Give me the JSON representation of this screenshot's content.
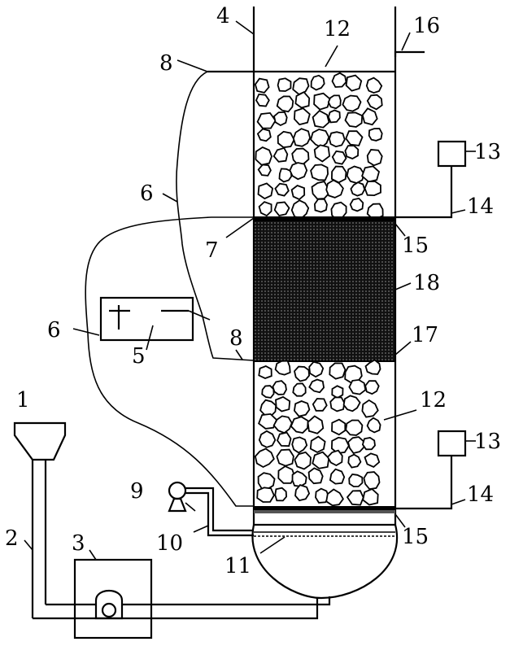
{
  "labels": {
    "l1": "1",
    "l2": "2",
    "l3": "3",
    "l4": "4",
    "l5": "5",
    "l6a": "6",
    "l6b": "6",
    "l7": "7",
    "l8a": "8",
    "l8b": "8",
    "l9": "9",
    "l10": "10",
    "l11": "11",
    "l12a": "12",
    "l12b": "12",
    "l13a": "13",
    "l13b": "13",
    "l14a": "14",
    "l14b": "14",
    "l15a": "15",
    "l15b": "15",
    "l16": "16",
    "l17": "17",
    "l18": "18"
  },
  "colors": {
    "line": "#000000",
    "background": "#ffffff",
    "catalyst_fill": "#1a1a1a"
  }
}
